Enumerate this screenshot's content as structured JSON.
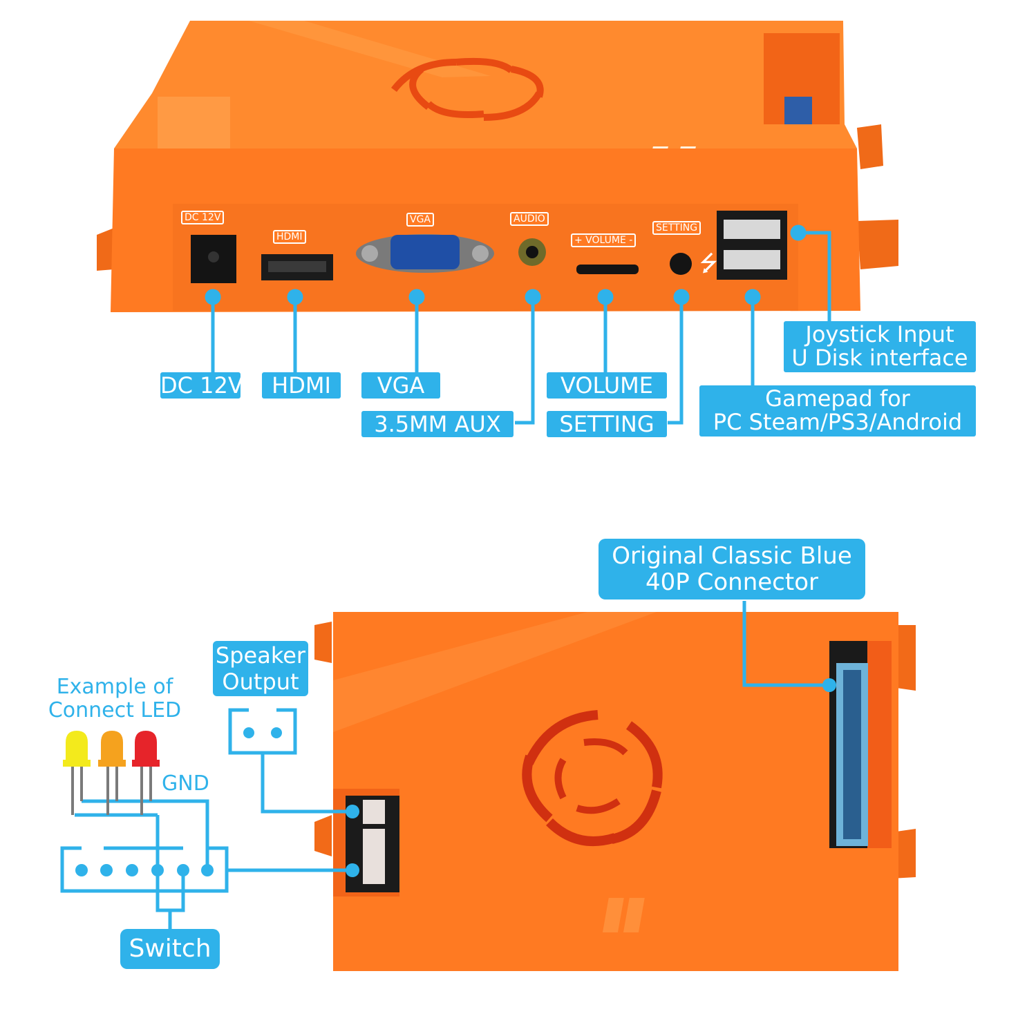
{
  "top_panel": {
    "port_tags": {
      "dc": "DC 12V",
      "hdmi": "HDMI",
      "vga": "VGA",
      "audio": "AUDIO",
      "volume": "+ VOLUME -",
      "setting": "SETTING"
    },
    "labels": {
      "dc": "DC 12V",
      "hdmi": "HDMI",
      "vga": "VGA",
      "aux": "3.5MM AUX",
      "volume": "VOLUME",
      "setting": "SETTING",
      "joystick_line1": "Joystick Input",
      "joystick_line2": "U Disk interface",
      "gamepad_line1": "Gamepad for",
      "gamepad_line2": "PC Steam/PS3/Android"
    }
  },
  "bottom_panel": {
    "connector_line1": "Original Classic Blue",
    "connector_line2": "40P Connector",
    "speaker_line1": "Speaker",
    "speaker_line2": "Output",
    "led_line1": "Example of",
    "led_line2": "Connect LED",
    "gnd": "GND",
    "switch": "Switch"
  },
  "colors": {
    "case_orange": "#ff7a22",
    "case_dark": "#ee6515",
    "accent_blue": "#2fb2ea",
    "led_yellow": "#f3ea1c",
    "led_orange": "#f5a21e",
    "led_red": "#e6242a"
  }
}
